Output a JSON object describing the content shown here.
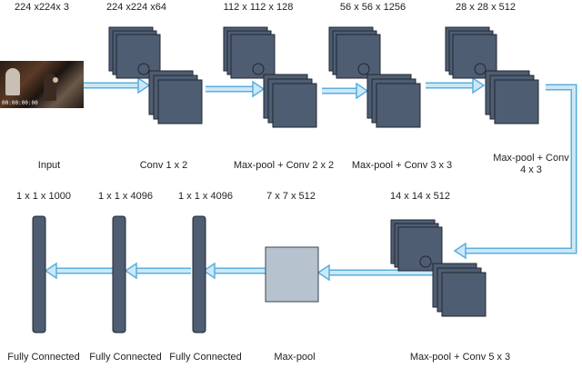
{
  "input": {
    "dims": "224 x224x 3",
    "label": "Input",
    "timestamp": "00:00:00:00"
  },
  "top_row": [
    {
      "dims": "224 x224 x64",
      "label": "Conv 1 x 2"
    },
    {
      "dims": "112 x 112 x 128",
      "label": "Max-pool + Conv 2 x 2"
    },
    {
      "dims": "56 x 56 x 1256",
      "label": "Max-pool + Conv 3 x 3"
    },
    {
      "dims": "28 x 28 x 512",
      "label_line1": "Max-pool + Conv",
      "label_line2": "4 x 3"
    }
  ],
  "bottom_conv": {
    "dims": "14 x 14 x 512",
    "label": "Max-pool + Conv 5 x 3"
  },
  "maxpool": {
    "dims": "7 x 7 x 512",
    "label": "Max-pool"
  },
  "fully_connected": [
    {
      "dims": "1 x 1 x 4096",
      "label": "Fully Connected"
    },
    {
      "dims": "1 x 1 x 4096",
      "label": "Fully Connected"
    },
    {
      "dims": "1 x 1 x 1000",
      "label": "Fully Connected"
    }
  ],
  "colors": {
    "block_fill": "#4f5d72",
    "block_stroke": "#1f2633",
    "arrow_fill": "#cce8f7",
    "arrow_stroke": "#5aaedd",
    "pool_fill": "#b7c2cf",
    "bar_fill": "#4f5d72"
  }
}
